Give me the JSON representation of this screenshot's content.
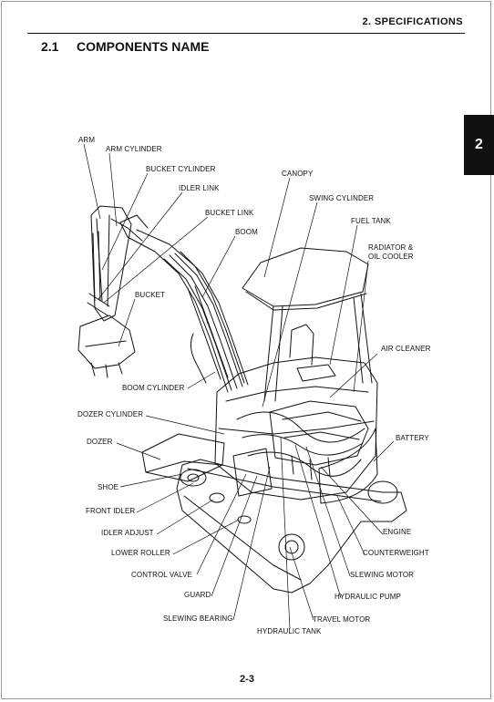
{
  "header": {
    "chapter": "2.  SPECIFICATIONS",
    "section_number": "2.1",
    "section_title": "COMPONENTS NAME"
  },
  "side_tab": "2",
  "page_number": "2-3",
  "figure": {
    "labels": {
      "arm": "ARM",
      "arm_cylinder": "ARM CYLINDER",
      "bucket_cylinder": "BUCKET CYLINDER",
      "idler_link": "IDLER LINK",
      "bucket_link": "BUCKET LINK",
      "boom": "BOOM",
      "canopy": "CANOPY",
      "swing_cylinder": "SWING CYLINDER",
      "fuel_tank": "FUEL TANK",
      "radiator_line1": "RADIATOR &",
      "radiator_line2": "OIL COOLER",
      "bucket": "BUCKET",
      "air_cleaner": "AIR CLEANER",
      "boom_cylinder": "BOOM CYLINDER",
      "dozer_cylinder": "DOZER CYLINDER",
      "battery": "BATTERY",
      "dozer": "DOZER",
      "shoe": "SHOE",
      "front_idler": "FRONT IDLER",
      "idler_adjust": "IDLER ADJUST",
      "engine": "ENGINE",
      "lower_roller": "LOWER ROLLER",
      "counterweight": "COUNTERWEIGHT",
      "control_valve": "CONTROL VALVE",
      "slewing_motor": "SLEWING MOTOR",
      "guard": "GUARD",
      "hydraulic_pump": "HYDRAULIC PUMP",
      "slewing_bearing": "SLEWING BEARING",
      "travel_motor": "TRAVEL MOTOR",
      "hydraulic_tank": "HYDRAULIC TANK"
    }
  }
}
